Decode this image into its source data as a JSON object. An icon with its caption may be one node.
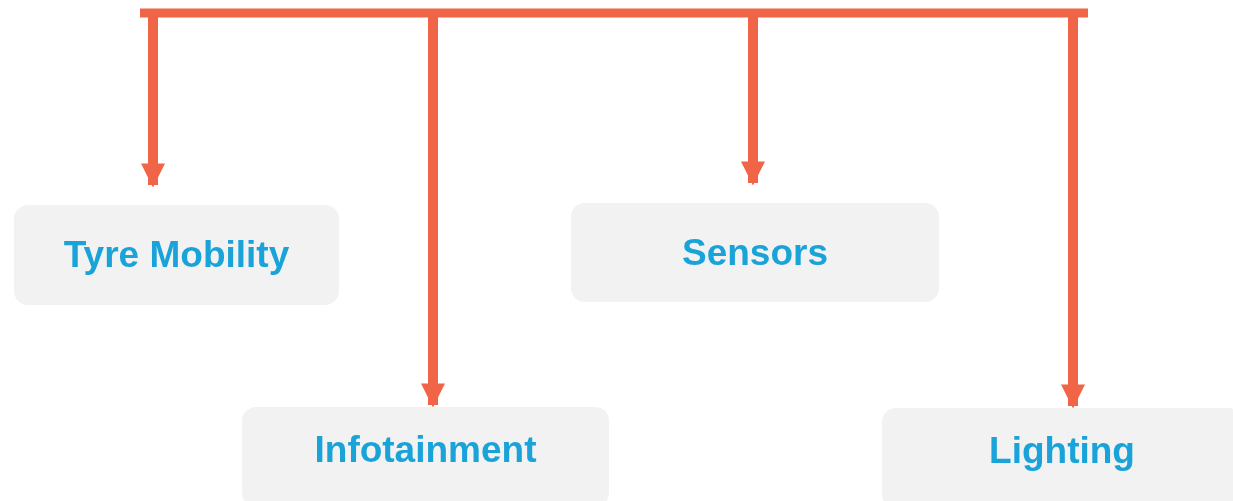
{
  "diagram": {
    "nodes": [
      {
        "text": [
          "Tyre Mobility"
        ]
      },
      {
        "text": [
          "Infotainment"
        ]
      },
      {
        "text": [
          "Sensors"
        ]
      },
      {
        "text": [
          "Lighting"
        ]
      }
    ],
    "edges": [
      {
        "from": null,
        "to": 0,
        "arrow": "to"
      },
      {
        "from": null,
        "to": 1,
        "arrow": "to"
      },
      {
        "from": null,
        "to": 2,
        "arrow": "to"
      },
      {
        "from": null,
        "to": 3,
        "arrow": "to"
      }
    ]
  }
}
